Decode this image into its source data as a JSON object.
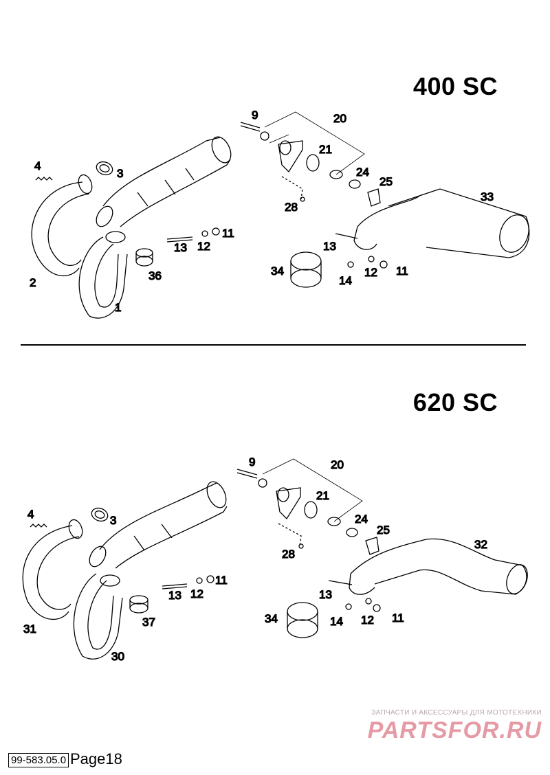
{
  "sections": [
    {
      "model": "400 SC",
      "callouts": [
        "1",
        "2",
        "3",
        "4",
        "9",
        "11",
        "11",
        "12",
        "12",
        "13",
        "13",
        "14",
        "20",
        "21",
        "24",
        "25",
        "28",
        "33",
        "34",
        "36"
      ]
    },
    {
      "model": "620 SC",
      "callouts": [
        "3",
        "4",
        "9",
        "11",
        "11",
        "12",
        "12",
        "13",
        "13",
        "14",
        "20",
        "21",
        "24",
        "25",
        "28",
        "30",
        "31",
        "32",
        "34",
        "37"
      ]
    }
  ],
  "watermark": {
    "line1": "ЗАПЧАСТИ И АКСЕССУАРЫ ДЛЯ МОТОТЕХНИКИ",
    "line2": "PARTSFOR.RU",
    "color": "#e59aa5"
  },
  "footer": {
    "code": "99-583.05.0",
    "page_label": "Page18"
  }
}
